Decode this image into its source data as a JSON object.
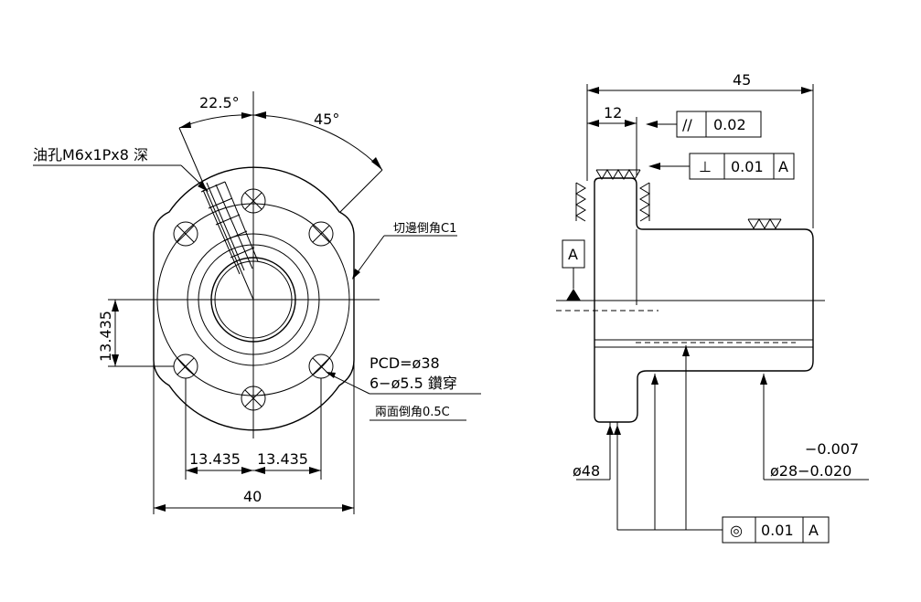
{
  "front_view": {
    "angle_small": "22.5°",
    "angle_large": "45°",
    "oil_hole": "油孔M6x1Px8 深",
    "edge_chamfer": "切邊倒角C1",
    "pcd": "PCD=ø38",
    "holes": "6−ø5.5 鑽穿",
    "hole_chamfer": "兩面倒角0.5C",
    "dim_vertical": "13.435",
    "dim_left": "13.435",
    "dim_right": "13.435",
    "dim_width": "40"
  },
  "side_view": {
    "dim_length": "45",
    "dim_flange": "12",
    "dim_flange_dia": "ø48",
    "tol_upper": "−0.007",
    "tol_lower": "ø28−0.020",
    "datum": "A",
    "parallelism": {
      "symbol": "//",
      "value": "0.02"
    },
    "perpendicularity": {
      "symbol": "⊥",
      "value": "0.01",
      "datum": "A"
    },
    "concentricity": {
      "symbol": "◎",
      "value": "0.01",
      "datum": "A"
    }
  }
}
